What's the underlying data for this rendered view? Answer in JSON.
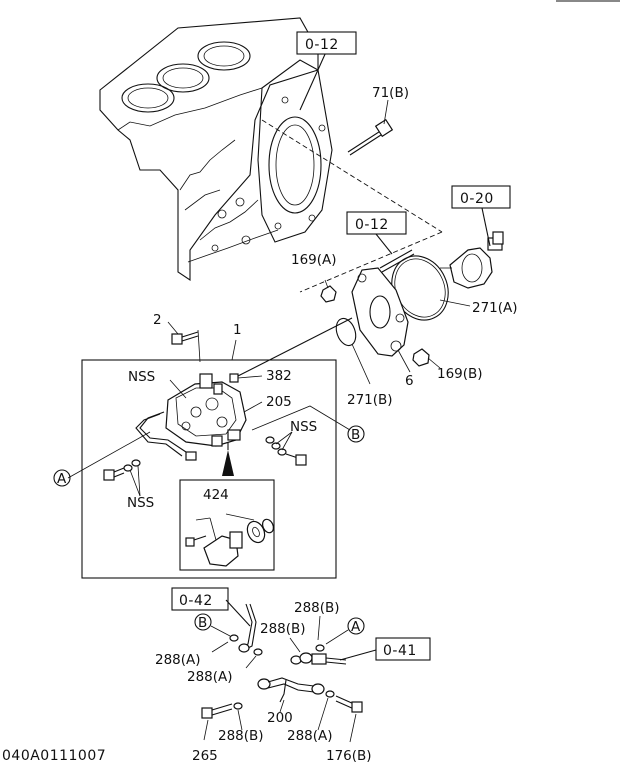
{
  "refs": {
    "r012a": "0-12",
    "r012b": "0-12",
    "r020": "0-20",
    "r042": "0-42",
    "r041": "0-41"
  },
  "parts": {
    "p71b": "71(B)",
    "p169a": "169(A)",
    "p271a": "271(A)",
    "p2": "2",
    "p1": "1",
    "p382": "382",
    "p6": "6",
    "p169b": "169(B)",
    "p271b": "271(B)",
    "p205": "205",
    "p424": "424",
    "p288b1": "288(B)",
    "p288b2": "288(B)",
    "p288a1": "288(A)",
    "p288a2": "288(A)",
    "p288b3": "288(B)",
    "p288a3": "288(A)",
    "p200": "200",
    "p265": "265",
    "p176b": "176(B)"
  },
  "tags": {
    "nss1": "NSS",
    "nss2": "NSS",
    "nss3": "NSS"
  },
  "callouts": {
    "a1": "A",
    "b1": "B",
    "b2": "B",
    "a2": "A"
  },
  "drawing_code": "040A0111007"
}
